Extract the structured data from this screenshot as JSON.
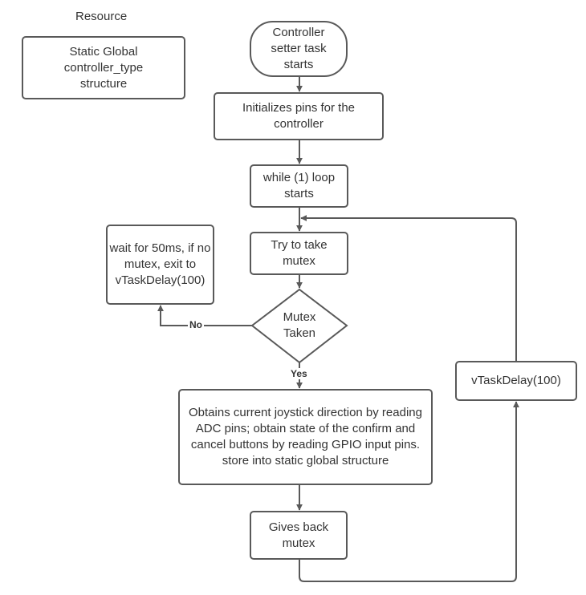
{
  "resource_label": "Resource",
  "nodes": {
    "resource_box": "Static Global controller_type structure",
    "start": "Controller setter task starts",
    "init": "Initializes pins for the controller",
    "loop": "while (1) loop starts",
    "take_mutex": "Try to take mutex",
    "decision": "Mutex Taken",
    "wait": "wait for 50ms, if no mutex, exit to vTaskDelay(100)",
    "obtain": "Obtains current joystick direction by reading ADC pins; obtain state of the confirm and cancel buttons by reading GPIO input pins. store into static global structure",
    "give_back": "Gives back mutex",
    "delay": "vTaskDelay(100)"
  },
  "edges": {
    "no_label": "No",
    "yes_label": "Yes"
  },
  "colors": {
    "stroke": "#595959",
    "text": "#333333",
    "fill": "#ffffff"
  }
}
